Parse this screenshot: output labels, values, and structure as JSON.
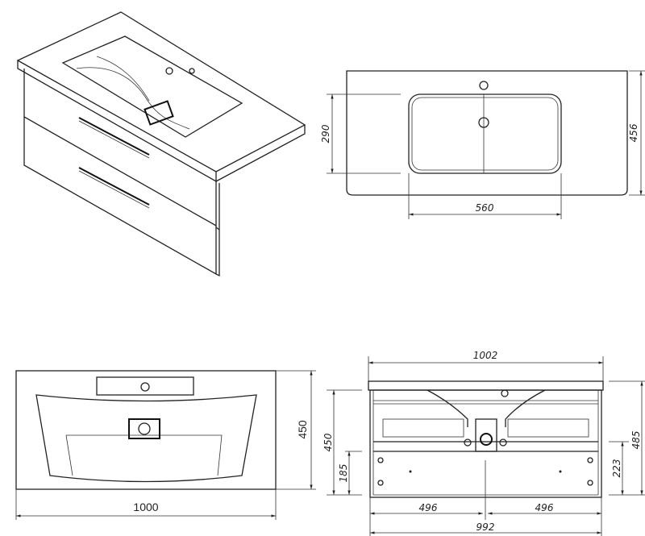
{
  "top_view": {
    "depth_basin": "290",
    "depth_total": "456",
    "width_basin": "560"
  },
  "bottom_view": {
    "depth": "450",
    "width": "1000"
  },
  "back_view": {
    "width_top": "1002",
    "height_cabinet": "450",
    "height_185": "185",
    "height_total": "485",
    "height_223": "223",
    "half_left": "496",
    "half_right": "496",
    "width_cabinet": "992"
  }
}
